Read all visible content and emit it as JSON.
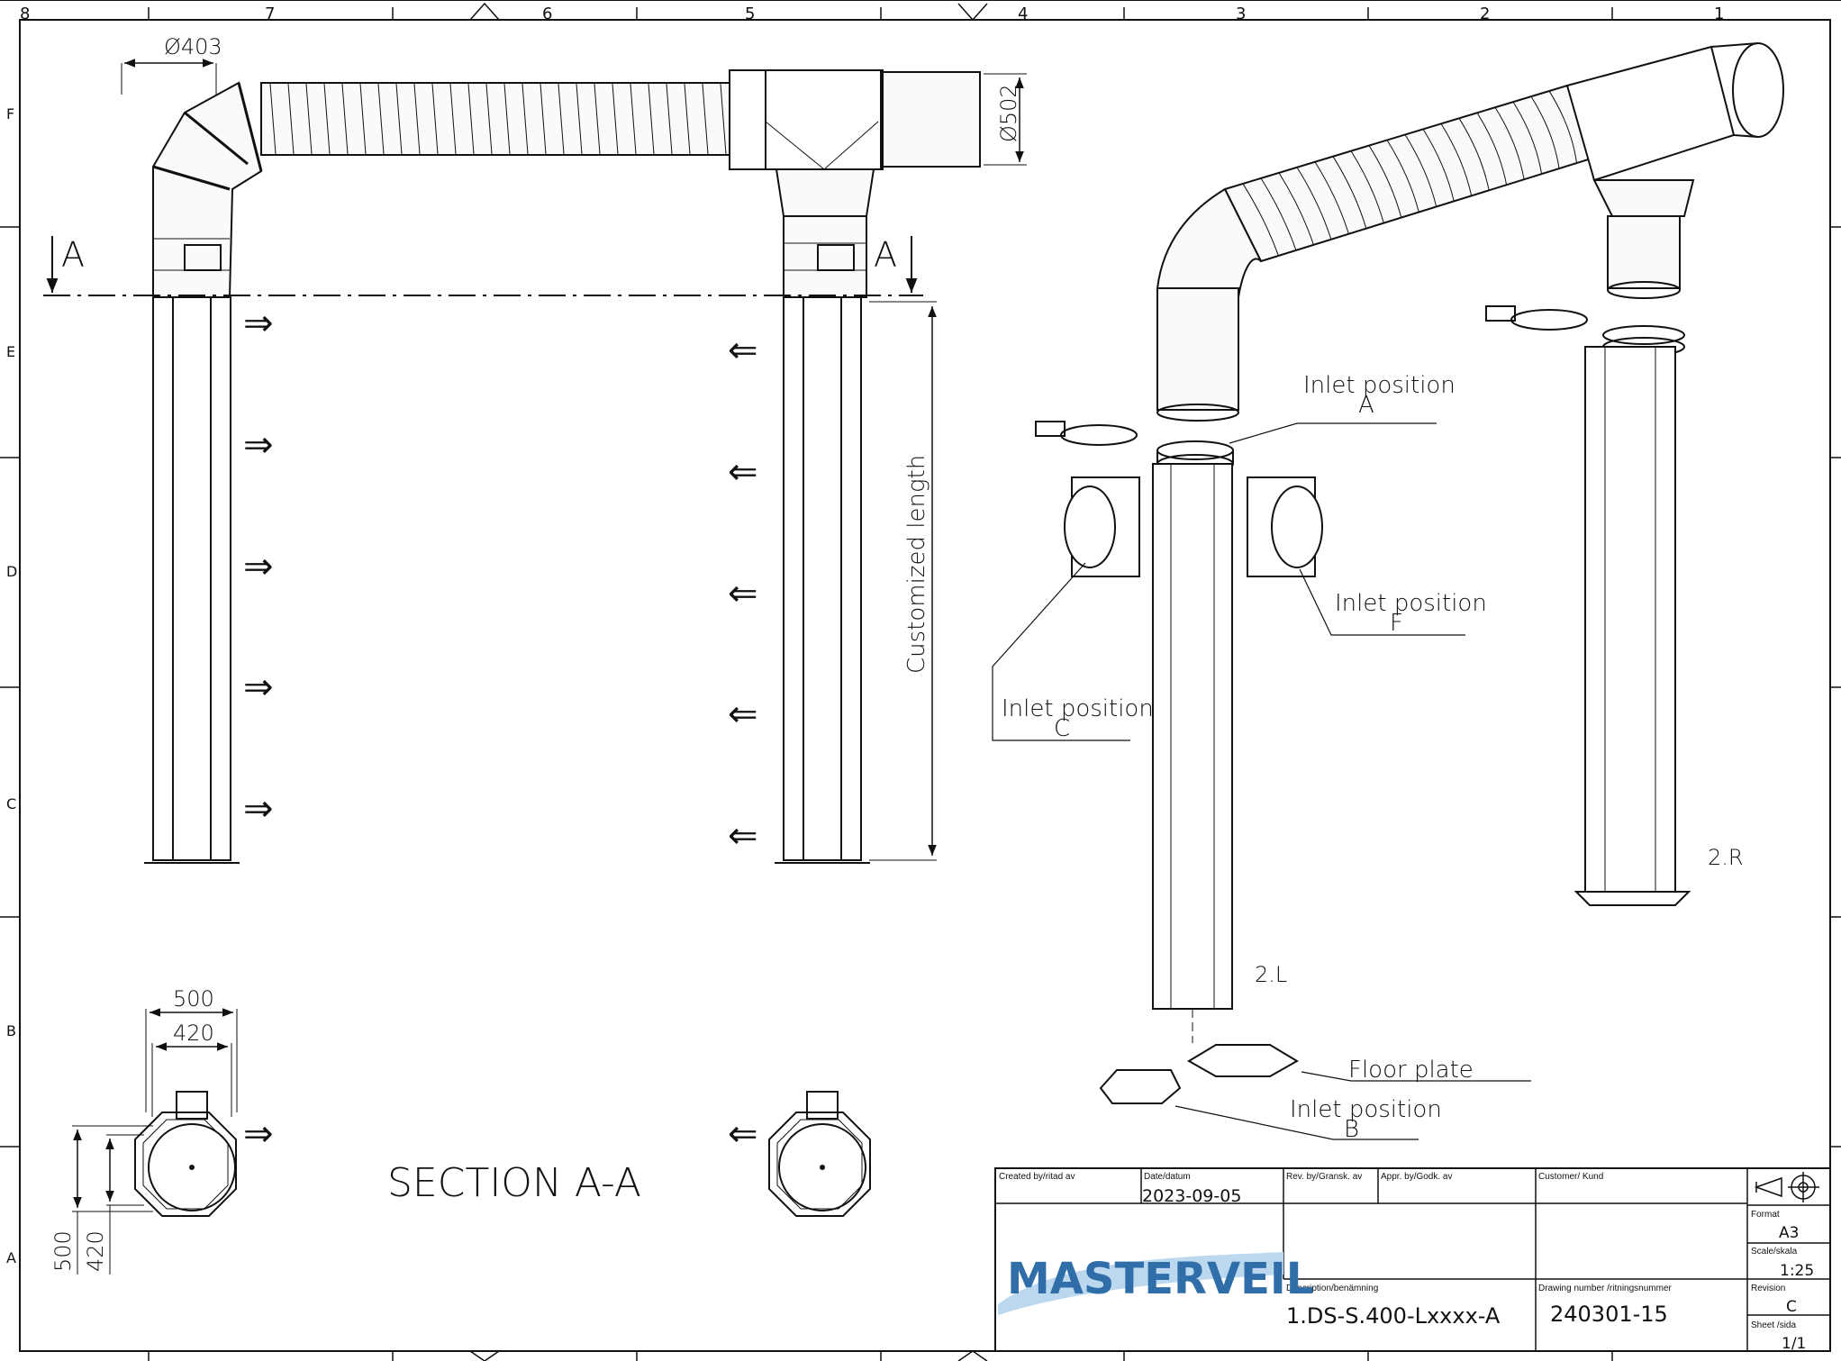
{
  "frame": {
    "columns": [
      "8",
      "7",
      "6",
      "5",
      "4",
      "3",
      "2",
      "1"
    ],
    "rows": [
      "F",
      "E",
      "D",
      "C",
      "B",
      "A"
    ]
  },
  "front_view": {
    "diameter_top": "Ø403",
    "diameter_right": "Ø502",
    "section_marker": "A",
    "length_label": "Customized length"
  },
  "section": {
    "title": "SECTION A-A",
    "dim_outer": "500",
    "dim_inner": "420",
    "dim_outer_v": "500",
    "dim_inner_v": "420"
  },
  "iso": {
    "inlet_a": "Inlet position",
    "inlet_a_letter": "A",
    "inlet_f": "Inlet position",
    "inlet_f_letter": "F",
    "inlet_c": "Inlet position",
    "inlet_c_letter": "C",
    "inlet_b": "Inlet position",
    "inlet_b_letter": "B",
    "floor_plate": "Floor plate",
    "left_part": "2.L",
    "right_part": "2.R"
  },
  "title_block": {
    "created_by_label": "Created by/ritad av",
    "date_label": "Date/datum",
    "date_value": "2023-09-05",
    "rev_by_label": "Rev. by/Gransk. av",
    "appr_by_label": "Appr. by/Godk. av",
    "customer_label": "Customer/ Kund",
    "logo_text": "MASTERVEIL",
    "description_label": "Description/benämning",
    "description_value": "1.DS-S.400-Lxxxx-A",
    "drawing_number_label": "Drawing number /ritningsnummer",
    "drawing_number_value": "240301-15",
    "format_label": "Format",
    "format_value": "A3",
    "scale_label": "Scale/skala",
    "scale_value": "1:25",
    "revision_label": "Revision",
    "revision_value": "C",
    "sheet_label": "Sheet /sida",
    "sheet_value": "1/1"
  }
}
